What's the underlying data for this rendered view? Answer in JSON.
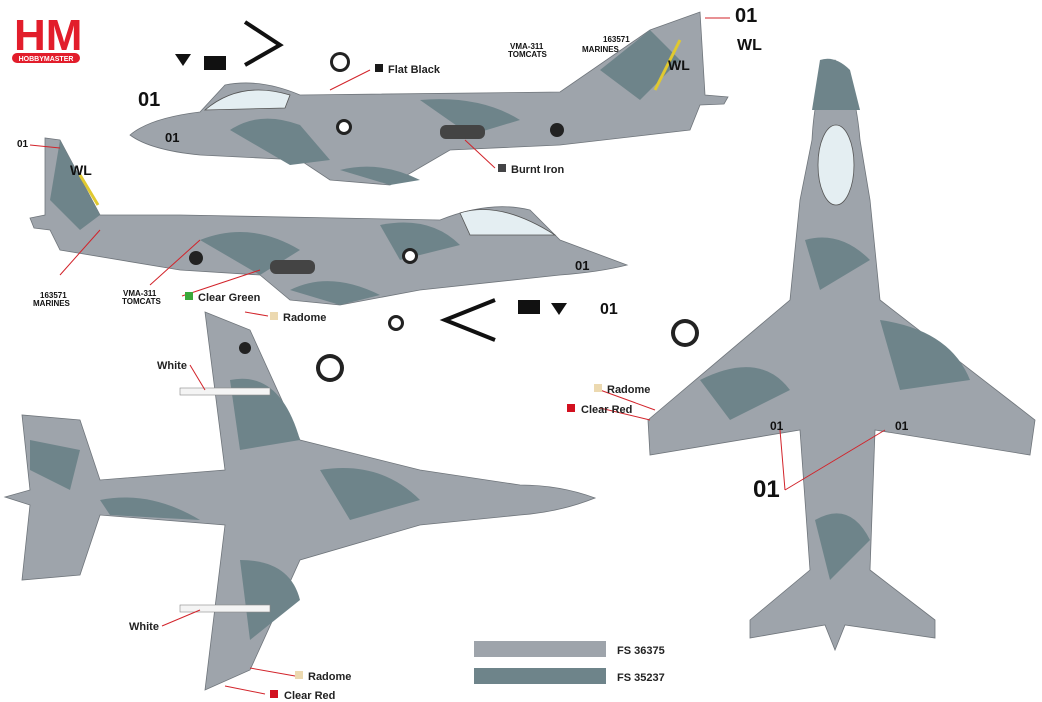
{
  "brand": {
    "logo_text": "HM",
    "logo_subtext": "HOBBYMASTER",
    "color": "#e21d2b"
  },
  "colors": {
    "fs_light": "#9ea4ab",
    "fs_dark": "#6e848a",
    "flat_black": "#1a1a1a",
    "burnt_iron": "#444446",
    "clear_green": "#3aa83a",
    "radome": "#ecd9b0",
    "clear_red": "#d2101f",
    "lead_line": "#d2232a"
  },
  "callouts": {
    "flat_black": "Flat Black",
    "burnt_iron": "Burnt Iron",
    "clear_green": "Clear Green",
    "radome_1": "Radome",
    "radome_2": "Radome",
    "radome_3": "Radome",
    "white_1": "White",
    "white_2": "White",
    "clear_red_1": "Clear Red",
    "clear_red_2": "Clear Red"
  },
  "markings": {
    "modex": "01",
    "tail_code": "WL",
    "service": "MARINES",
    "serial": "163571",
    "squadron_1": "VMA-311",
    "squadron_2": "TOMCATS"
  },
  "legend": [
    {
      "label": "FS 36375",
      "color": "#9ea4ab"
    },
    {
      "label": "FS 35237",
      "color": "#6e848a"
    }
  ]
}
